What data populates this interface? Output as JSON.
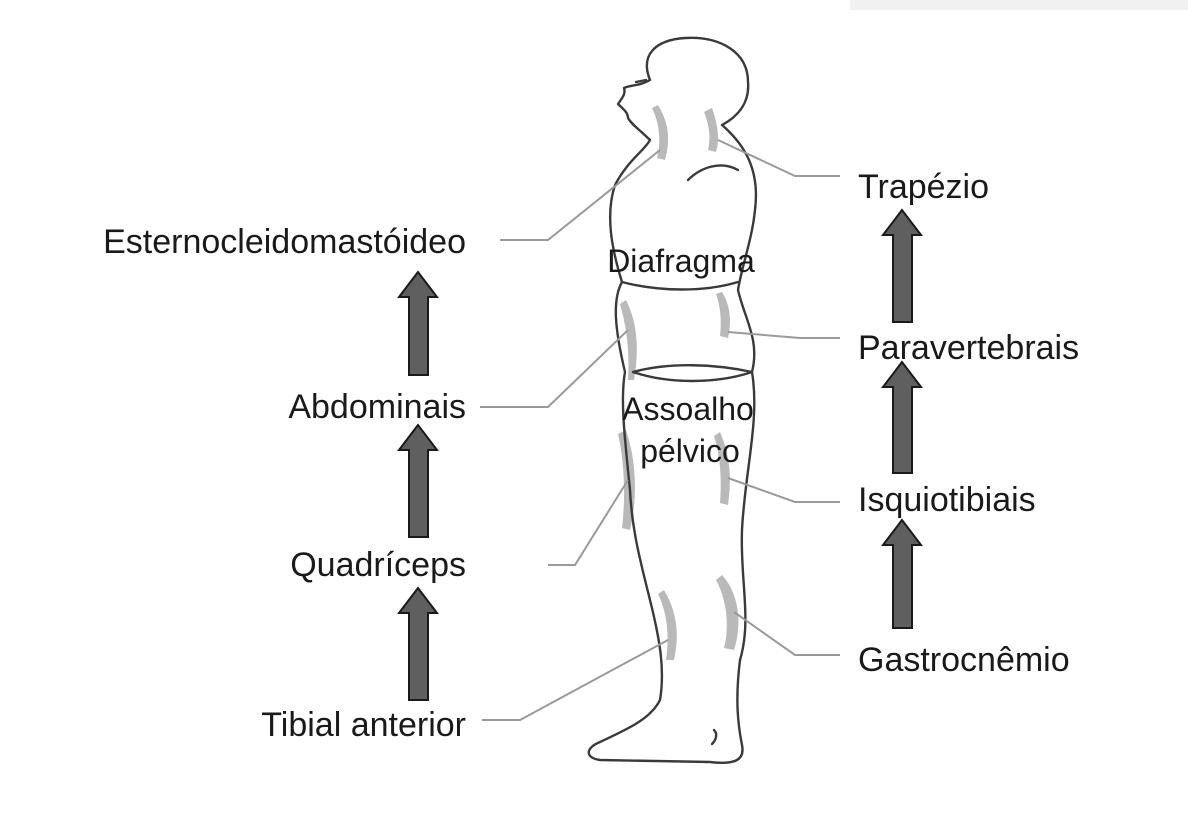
{
  "left_labels": [
    {
      "id": "esterno",
      "text": "Esternocleidomastóideo"
    },
    {
      "id": "abdominais",
      "text": "Abdominais"
    },
    {
      "id": "quadriceps",
      "text": "Quadríceps"
    },
    {
      "id": "tibial",
      "text": "Tibial anterior"
    }
  ],
  "right_labels": [
    {
      "id": "trapezio",
      "text": "Trapézio"
    },
    {
      "id": "paravertebrais",
      "text": "Paravertebrais"
    },
    {
      "id": "isquiotibiais",
      "text": "Isquiotibiais"
    },
    {
      "id": "gastrocnemio",
      "text": "Gastrocnêmio"
    }
  ],
  "body_labels": {
    "diafragma": "Diafragma",
    "assoalho_line1": "Assoalho",
    "assoalho_line2": "pélvico"
  },
  "colors": {
    "arrow_fill": "#5f5f5f",
    "muscle_shade": "#b9b9b9",
    "leader_line": "#9a9a9a",
    "text": "#1a1a1a"
  }
}
